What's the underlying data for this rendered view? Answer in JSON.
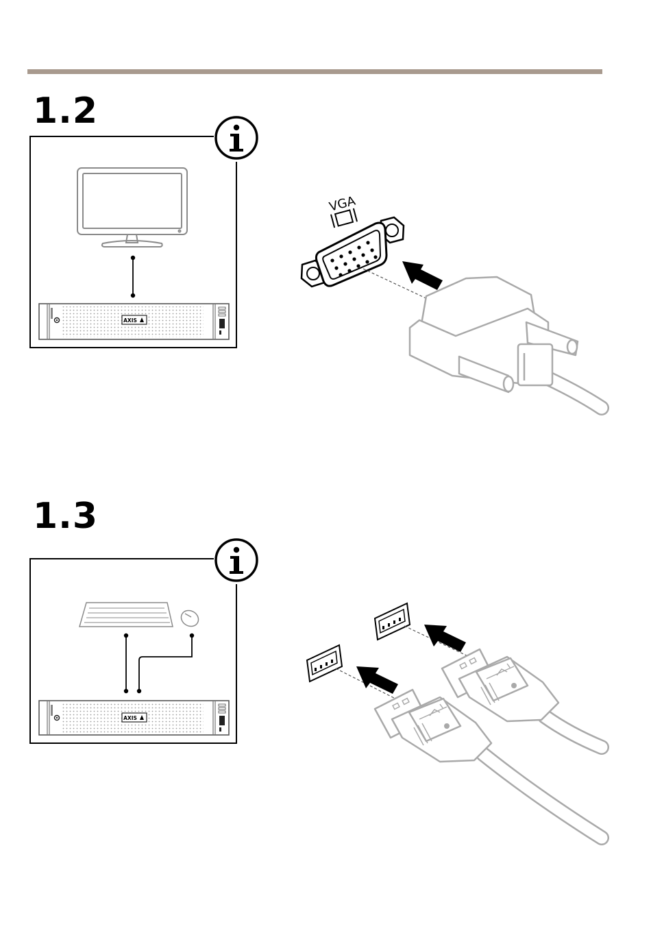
{
  "steps": [
    {
      "number": "1.2",
      "port_label": "VGA",
      "server_logo": "AXIS"
    },
    {
      "number": "1.3",
      "server_logo": "AXIS"
    }
  ],
  "icons": {
    "info": "info-icon"
  }
}
